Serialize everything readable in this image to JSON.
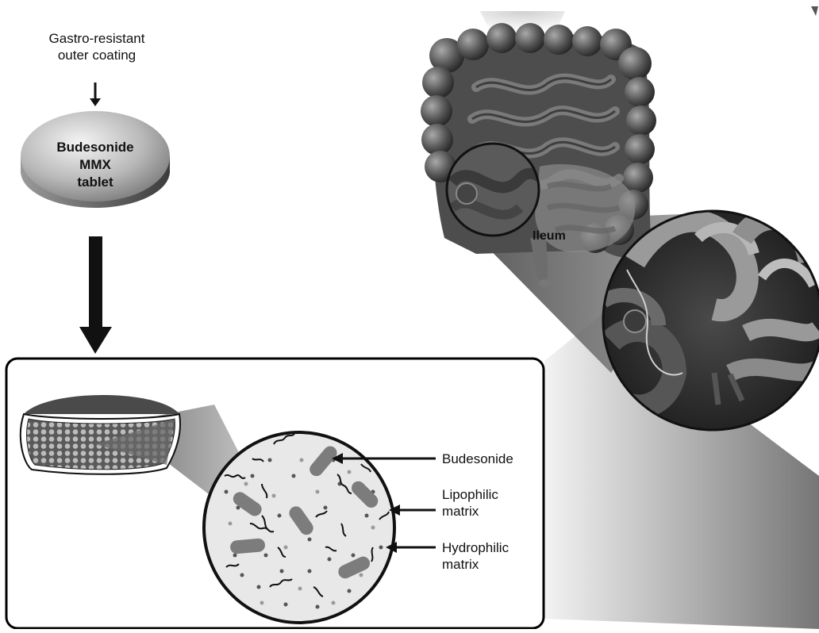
{
  "coating_label_line1": "Gastro-resistant",
  "coating_label_line2": "outer coating",
  "tablet_line1": "Budesonide",
  "tablet_line2": "MMX",
  "tablet_line3": "tablet",
  "ileum_label": "Ileum",
  "matrix_labels": {
    "budesonide": "Budesonide",
    "lipophilic_line1": "Lipophilic",
    "lipophilic_line2": "matrix",
    "hydrophilic_line1": "Hydrophilic",
    "hydrophilic_line2": "matrix"
  },
  "colors": {
    "ink": "#111111",
    "panel_border": "#000000",
    "gut_dark": "#3a3a3a",
    "gut_mid": "#6e6e6e",
    "gut_light": "#a8a8a8",
    "circle_fill": "#e8e8e8"
  }
}
